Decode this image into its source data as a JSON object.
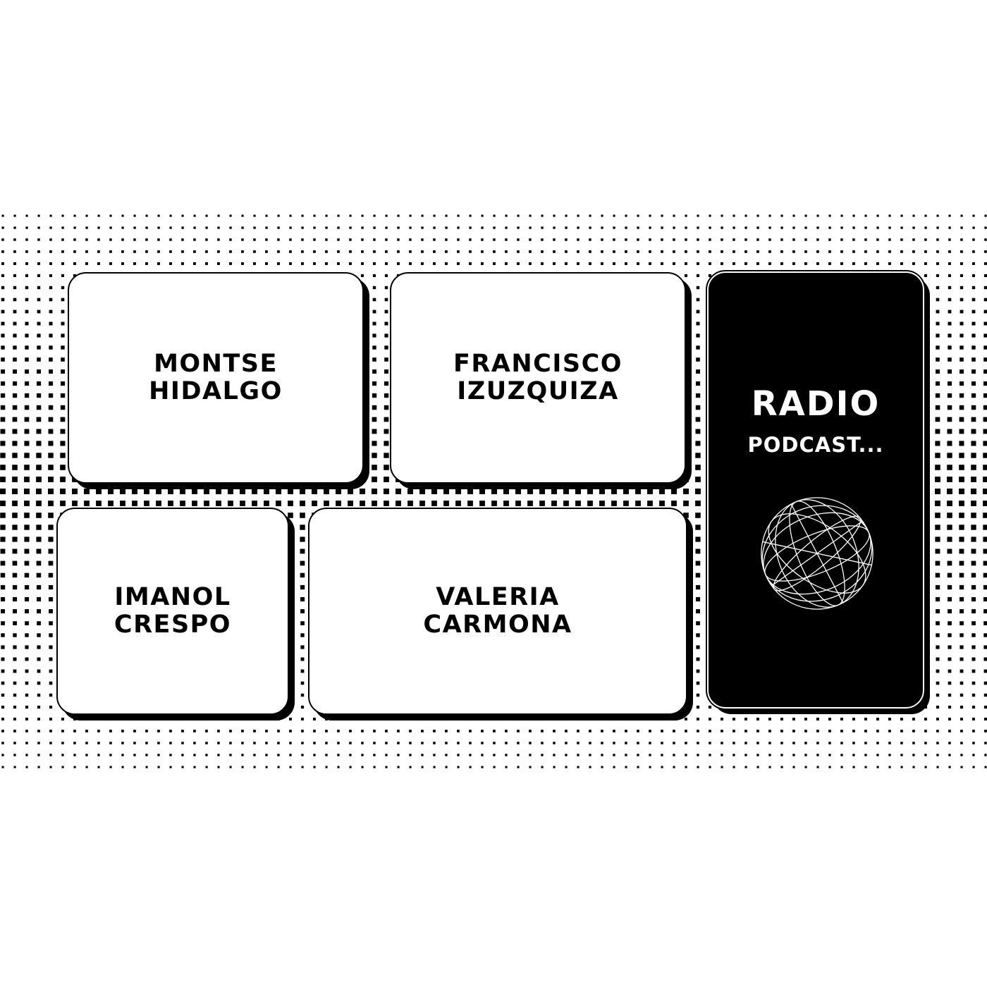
{
  "hosts": [
    {
      "first": "MONTSE",
      "last": "HIDALGO"
    },
    {
      "first": "FRANCISCO",
      "last": "IZUZQUIZA"
    },
    {
      "first": "IMANOL",
      "last": "CRESPO"
    },
    {
      "first": "VALERIA",
      "last": "CARMONA"
    }
  ],
  "show": {
    "title": "RADIO",
    "subtitle": "PODCAST..."
  },
  "icons": {
    "globe": "wireframe-globe-icon"
  },
  "colors": {
    "ink": "#000000",
    "paper": "#ffffff"
  }
}
